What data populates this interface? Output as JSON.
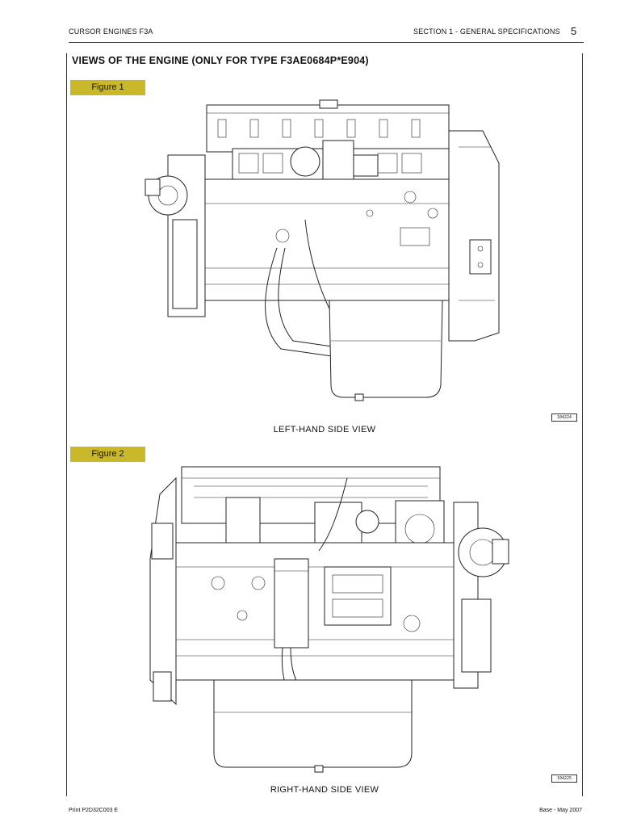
{
  "header": {
    "manual": "CURSOR ENGINES  F3A",
    "section": "SECTION 1 - GENERAL SPECIFICATIONS",
    "page_number": "5"
  },
  "title": "VIEWS OF THE ENGINE (ONLY FOR TYPE F3AE0684P*E904)",
  "figures": [
    {
      "label": "Figure 1",
      "caption": "LEFT-HAND SIDE VIEW",
      "code": "104224"
    },
    {
      "label": "Figure 2",
      "caption": "RIGHT-HAND SIDE VIEW",
      "code": "104225"
    }
  ],
  "footer": {
    "print_code": "Print P2D32C003 E",
    "edition": "Base - May 2007"
  }
}
